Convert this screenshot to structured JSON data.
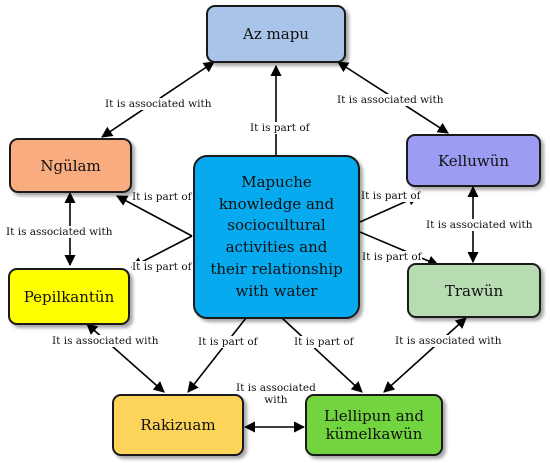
{
  "nodes": {
    "az_mapu": {
      "label": "Az mapu",
      "color": "#a9c4e8"
    },
    "ngulam": {
      "label": "Ngülam",
      "color": "#f8ac80"
    },
    "kelluwun": {
      "label": "Kelluwün",
      "color": "#9c9cf2"
    },
    "pepilkantun": {
      "label": "Pepilkantün",
      "color": "#ffff00"
    },
    "trawun": {
      "label": "Trawün",
      "color": "#b8dcb2"
    },
    "rakizuam": {
      "label": "Rakizuam",
      "color": "#fdd45a"
    },
    "llellipun": {
      "label": "Llellipun and\nkümelkawün",
      "color": "#72d43e"
    },
    "center": {
      "label": "Mapuche\nknowledge and\nsociocultural\nactivities and\ntheir relationship\nwith water",
      "color": "#07aaee"
    }
  },
  "edge_labels": {
    "part_of": "It is part of",
    "associated_with": "It is associated with",
    "associated_with_split": "It is associated\nwith"
  }
}
